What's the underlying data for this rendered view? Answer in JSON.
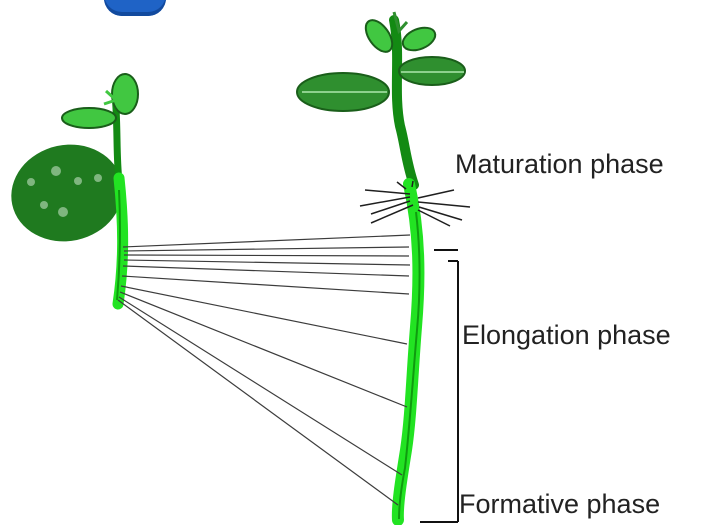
{
  "labels": {
    "maturation": "Maturation phase",
    "elongation": "Elongation phase",
    "formative": "Formative phase"
  },
  "colors": {
    "seed": "#1f7a1f",
    "seed_spots": "#7fb67f",
    "leaf": "#2f8f2f",
    "light_leaf": "#41c741",
    "stem": "#138a13",
    "root": "#22e322",
    "line": "#3c3c3c",
    "bracket": "#111111",
    "badge": "#1f63c6"
  },
  "icons": {
    "small_seedling": "seedling-young-icon",
    "large_seedling": "seedling-mature-icon",
    "root_hairs": "root-hairs-icon"
  }
}
